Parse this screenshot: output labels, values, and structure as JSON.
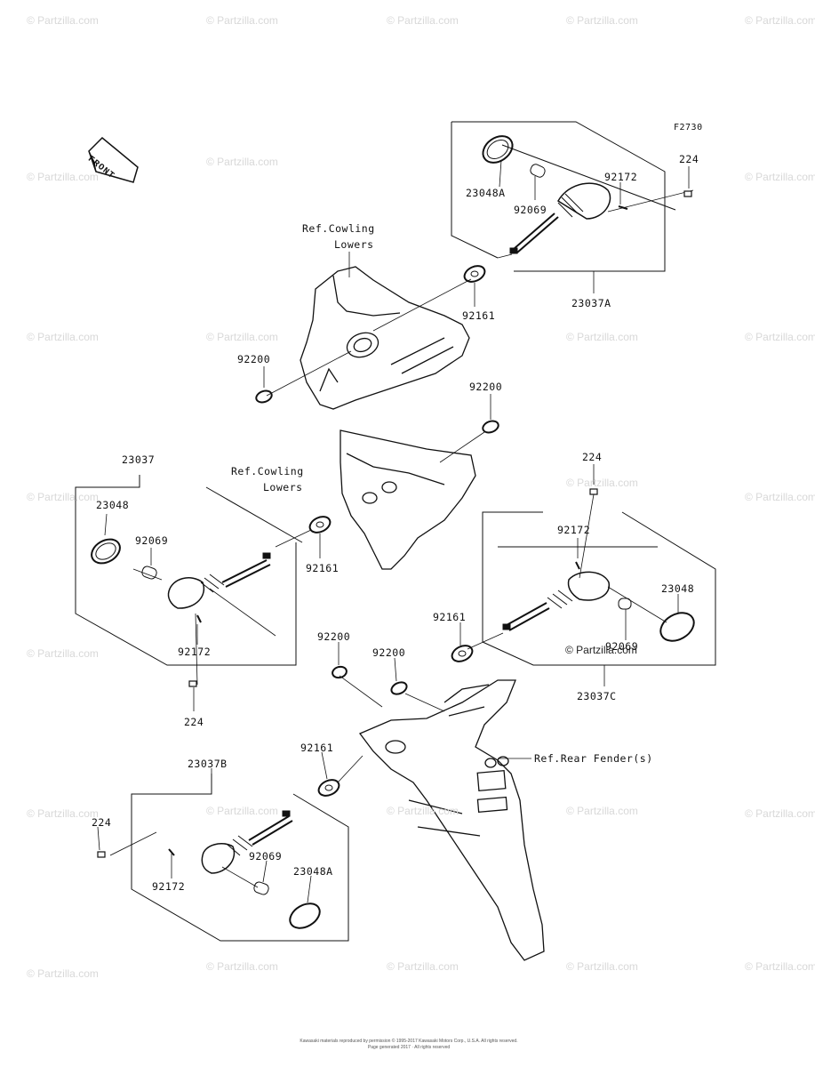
{
  "diagram": {
    "code": "F2730",
    "front_label": "FRONT",
    "copyright_line1": "Kawasaki materials reproduced by permission © 1995-2017 Kawasaki Motors Corp., U.S.A. All rights reserved.",
    "copyright_line2": "Page generated 2017 · All rights reserved"
  },
  "watermark": "© Partzilla.com",
  "callouts": {
    "c224_a": "224",
    "c23048a_a": "23048A",
    "c92172_a": "92172",
    "c92069_a": "92069",
    "c23037a": "23037A",
    "c92161_a": "92161",
    "ref_cowling_1a": "Ref.Cowling",
    "ref_cowling_1b": "Lowers",
    "c92200_a": "92200",
    "c92200_b": "92200",
    "c23037": "23037",
    "ref_cowling_2a": "Ref.Cowling",
    "ref_cowling_2b": "Lowers",
    "c224_b": "224",
    "c23048": "23048",
    "c92069_b": "92069",
    "c92161_b": "92161",
    "c92172_b": "92172",
    "c224_c": "224",
    "c92172_c": "92172",
    "c23048_b": "23048",
    "c92161_c": "92161",
    "c92069_c": "92069",
    "c92200_c": "92200",
    "c92200_d": "92200",
    "c23037c": "23037C",
    "c92161_d": "92161",
    "ref_rear_fender": "Ref.Rear Fender(s)",
    "c23037b": "23037B",
    "c224_d": "224",
    "c92069_d": "92069",
    "c23048a_b": "23048A",
    "c92172_d": "92172"
  }
}
